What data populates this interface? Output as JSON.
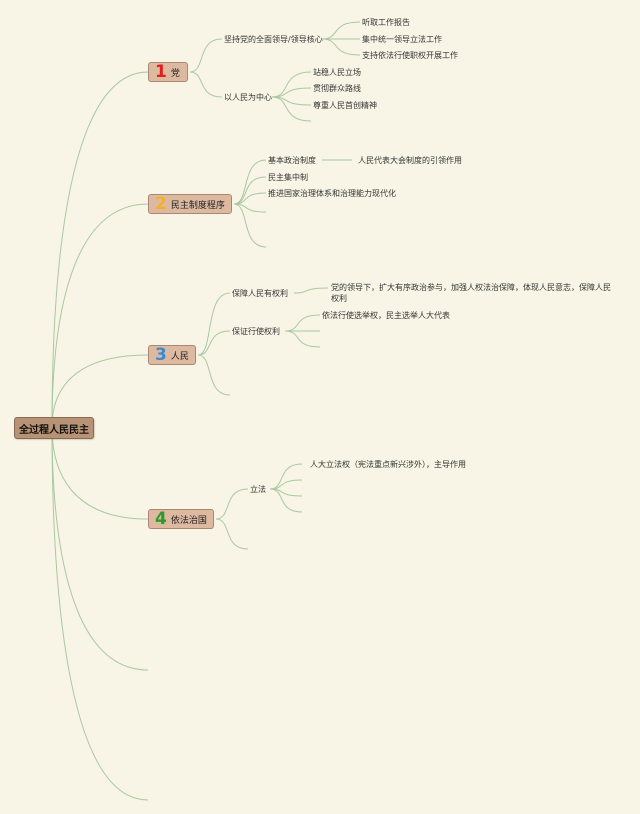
{
  "root": "全过程人民民主",
  "colors": {
    "line": "#a9c8a2",
    "n1": "#e02020",
    "n2": "#f0b030",
    "n3": "#3a8ad0",
    "n4": "#2a9a2a"
  },
  "branches": [
    {
      "num": "1",
      "label": "党",
      "children": [
        {
          "label": "坚持党的全面领导/领导核心",
          "items": [
            "听取工作报告",
            "集中统一领导立法工作",
            "支持依法行使职权开展工作"
          ]
        },
        {
          "label": "以人民为中心",
          "items": [
            "站稳人民立场",
            "贯彻群众路线",
            "尊重人民首创精神"
          ]
        }
      ]
    },
    {
      "num": "2",
      "label": "民主制度程序",
      "children": [
        {
          "label": "基本政治制度",
          "items": [
            "人民代表大会制度的引领作用"
          ]
        },
        {
          "label": "民主集中制"
        },
        {
          "label": "推进国家治理体系和治理能力现代化"
        }
      ]
    },
    {
      "num": "3",
      "label": "人民",
      "children": [
        {
          "label": "保障人民有权利",
          "items": [
            "党的领导下，扩大有序政治参与，加强人权法治保障，体现人民意志，保障人民权利"
          ]
        },
        {
          "label": "保证行使权利",
          "items": [
            "依法行使选举权，民主选举人大代表"
          ]
        }
      ]
    },
    {
      "num": "4",
      "label": "依法治国",
      "children": [
        {
          "label": "立法",
          "items": [
            "人大立法权（宪法重点新兴涉外），主导作用"
          ]
        }
      ]
    }
  ]
}
